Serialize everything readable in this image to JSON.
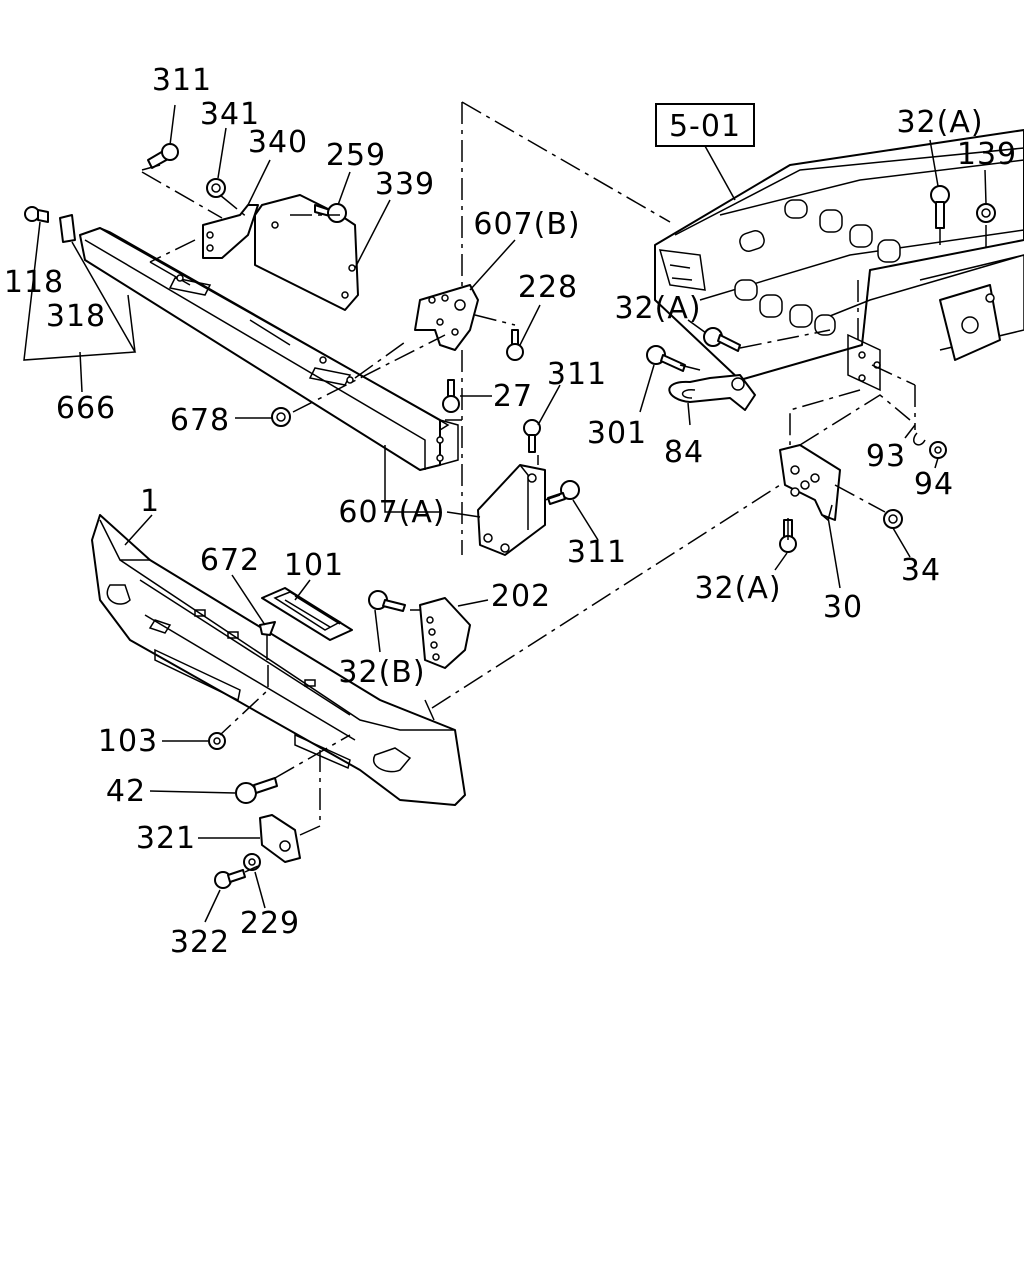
{
  "diagram": {
    "section_ref": "5-01",
    "labels": {
      "l311_a": "311",
      "l341": "341",
      "l340": "340",
      "l259": "259",
      "l339": "339",
      "l118": "118",
      "l318": "318",
      "l666": "666",
      "l678": "678",
      "l607b": "607(B)",
      "l228": "228",
      "l27": "27",
      "l311_b": "311",
      "l607a": "607(A)",
      "l311_c": "311",
      "l32a_top": "32(A)",
      "l139": "139",
      "l32a_mid": "32(A)",
      "l301": "301",
      "l84": "84",
      "l93": "93",
      "l94": "94",
      "l34": "34",
      "l32a_low": "32(A)",
      "l30": "30",
      "l1": "1",
      "l672": "672",
      "l101": "101",
      "l202": "202",
      "l32b": "32(B)",
      "l103": "103",
      "l42": "42",
      "l321": "321",
      "l322": "322",
      "l229": "229"
    }
  }
}
